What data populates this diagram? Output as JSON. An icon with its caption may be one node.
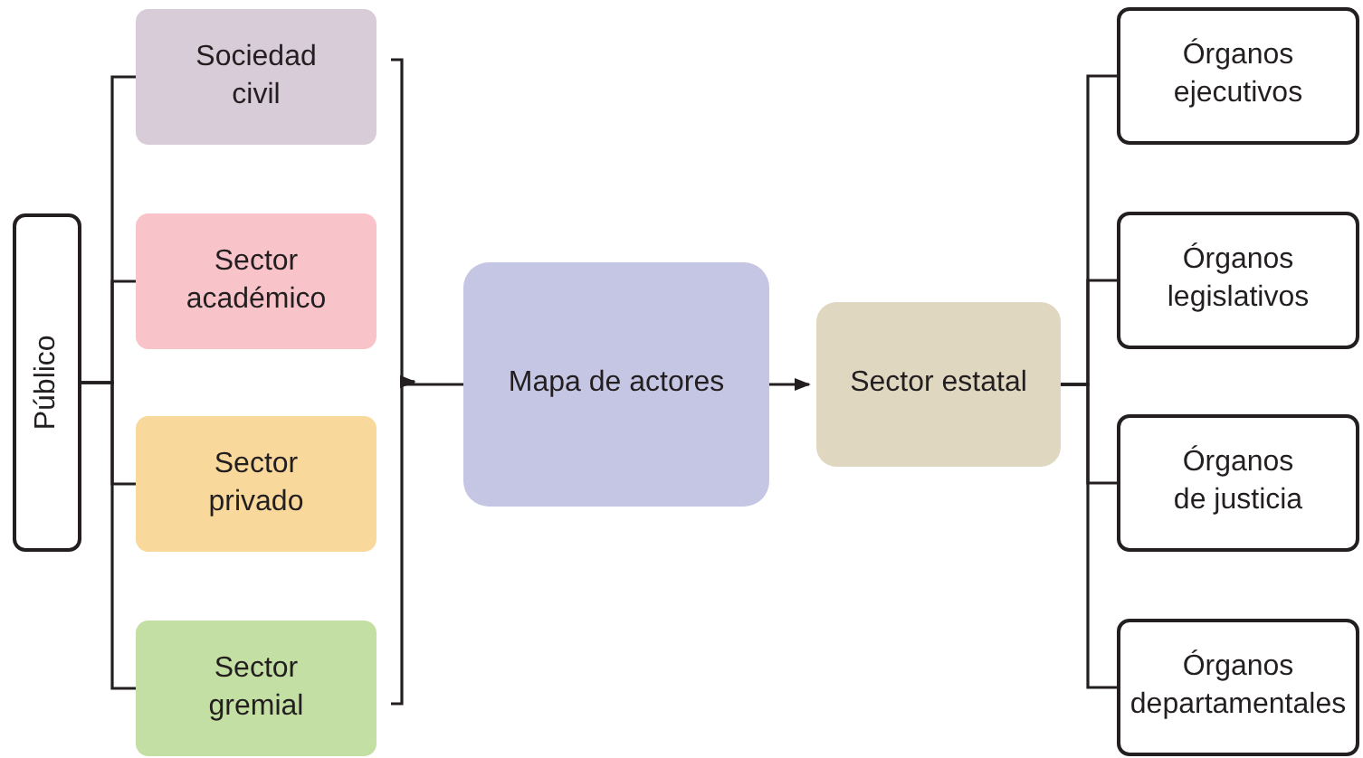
{
  "diagram": {
    "nodes": [
      {
        "text": [
          "Público"
        ]
      },
      {
        "text": [
          "Sociedad civil"
        ]
      },
      {
        "text": [
          "Sector académico"
        ]
      },
      {
        "text": [
          "Sector privado"
        ]
      },
      {
        "text": [
          "Sector gremial"
        ]
      },
      {
        "text": [
          "Mapa de actores"
        ]
      },
      {
        "text": [
          "Sector estatal"
        ]
      },
      {
        "text": [
          "Órganos ejecutivos"
        ]
      },
      {
        "text": [
          "Órganos legislativos"
        ]
      },
      {
        "text": [
          "Órganos de justicia"
        ]
      },
      {
        "text": [
          "Órganos departamentales"
        ]
      },
      {
        "text": [],
        "shape": "bracket"
      }
    ],
    "edges": [
      {
        "from": 0,
        "to": 1,
        "arrow": "none"
      },
      {
        "from": 0,
        "to": 2,
        "arrow": "none"
      },
      {
        "from": 0,
        "to": 3,
        "arrow": "none"
      },
      {
        "from": 0,
        "to": 4,
        "arrow": "none"
      },
      {
        "from": 5,
        "to": 11,
        "arrow": "to"
      },
      {
        "from": 5,
        "to": 6,
        "arrow": "to"
      },
      {
        "from": 6,
        "to": 7,
        "arrow": "none"
      },
      {
        "from": 6,
        "to": 8,
        "arrow": "none"
      },
      {
        "from": 6,
        "to": 9,
        "arrow": "none"
      },
      {
        "from": 6,
        "to": 10,
        "arrow": "none"
      }
    ]
  }
}
